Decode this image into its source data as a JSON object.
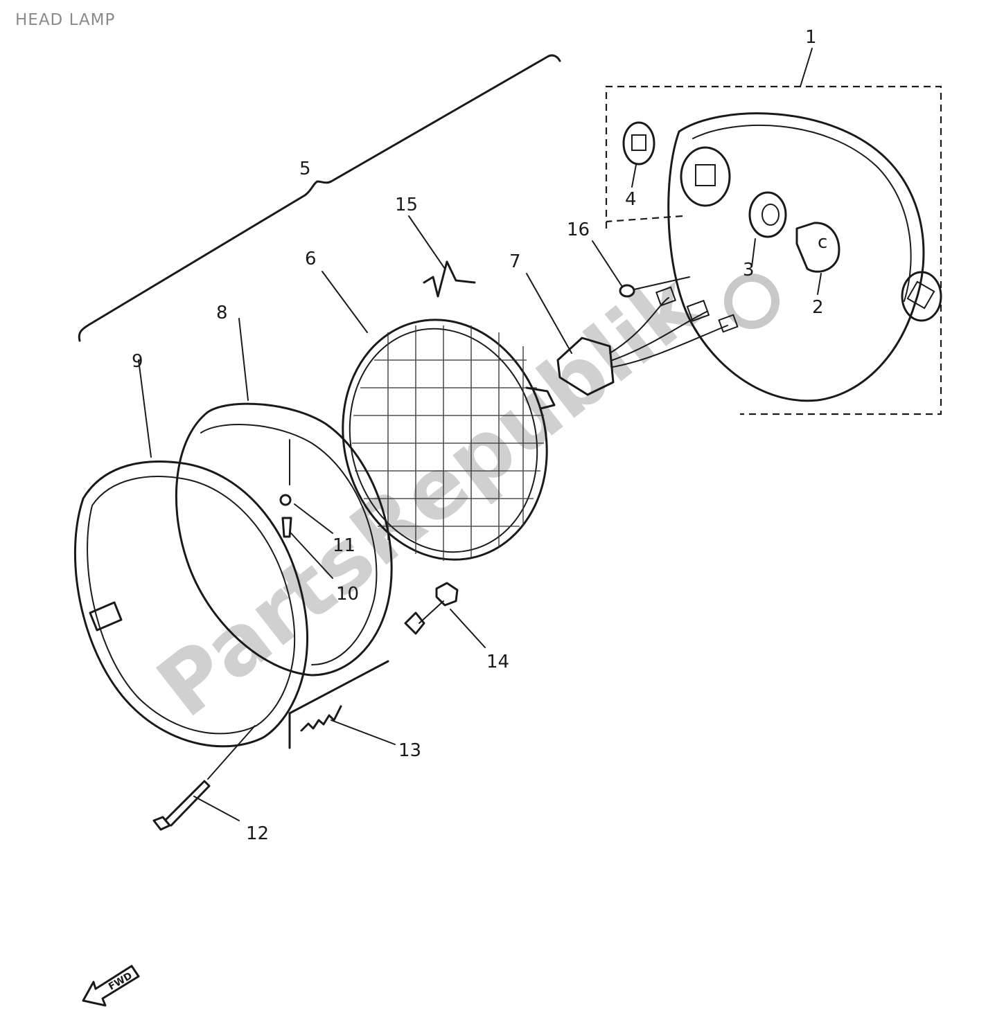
{
  "title": "HEAD LAMP",
  "labels": {
    "p1": "1",
    "p2": "2",
    "p3": "3",
    "p4": "4",
    "p5": "5",
    "p6": "6",
    "p7": "7",
    "p8": "8",
    "p9": "9",
    "p10": "10",
    "p11": "11",
    "p12": "12",
    "p13": "13",
    "p14": "14",
    "p15": "15",
    "p16": "16"
  },
  "watermark": "PartsRepublik",
  "fwd_arrow": "FWD"
}
